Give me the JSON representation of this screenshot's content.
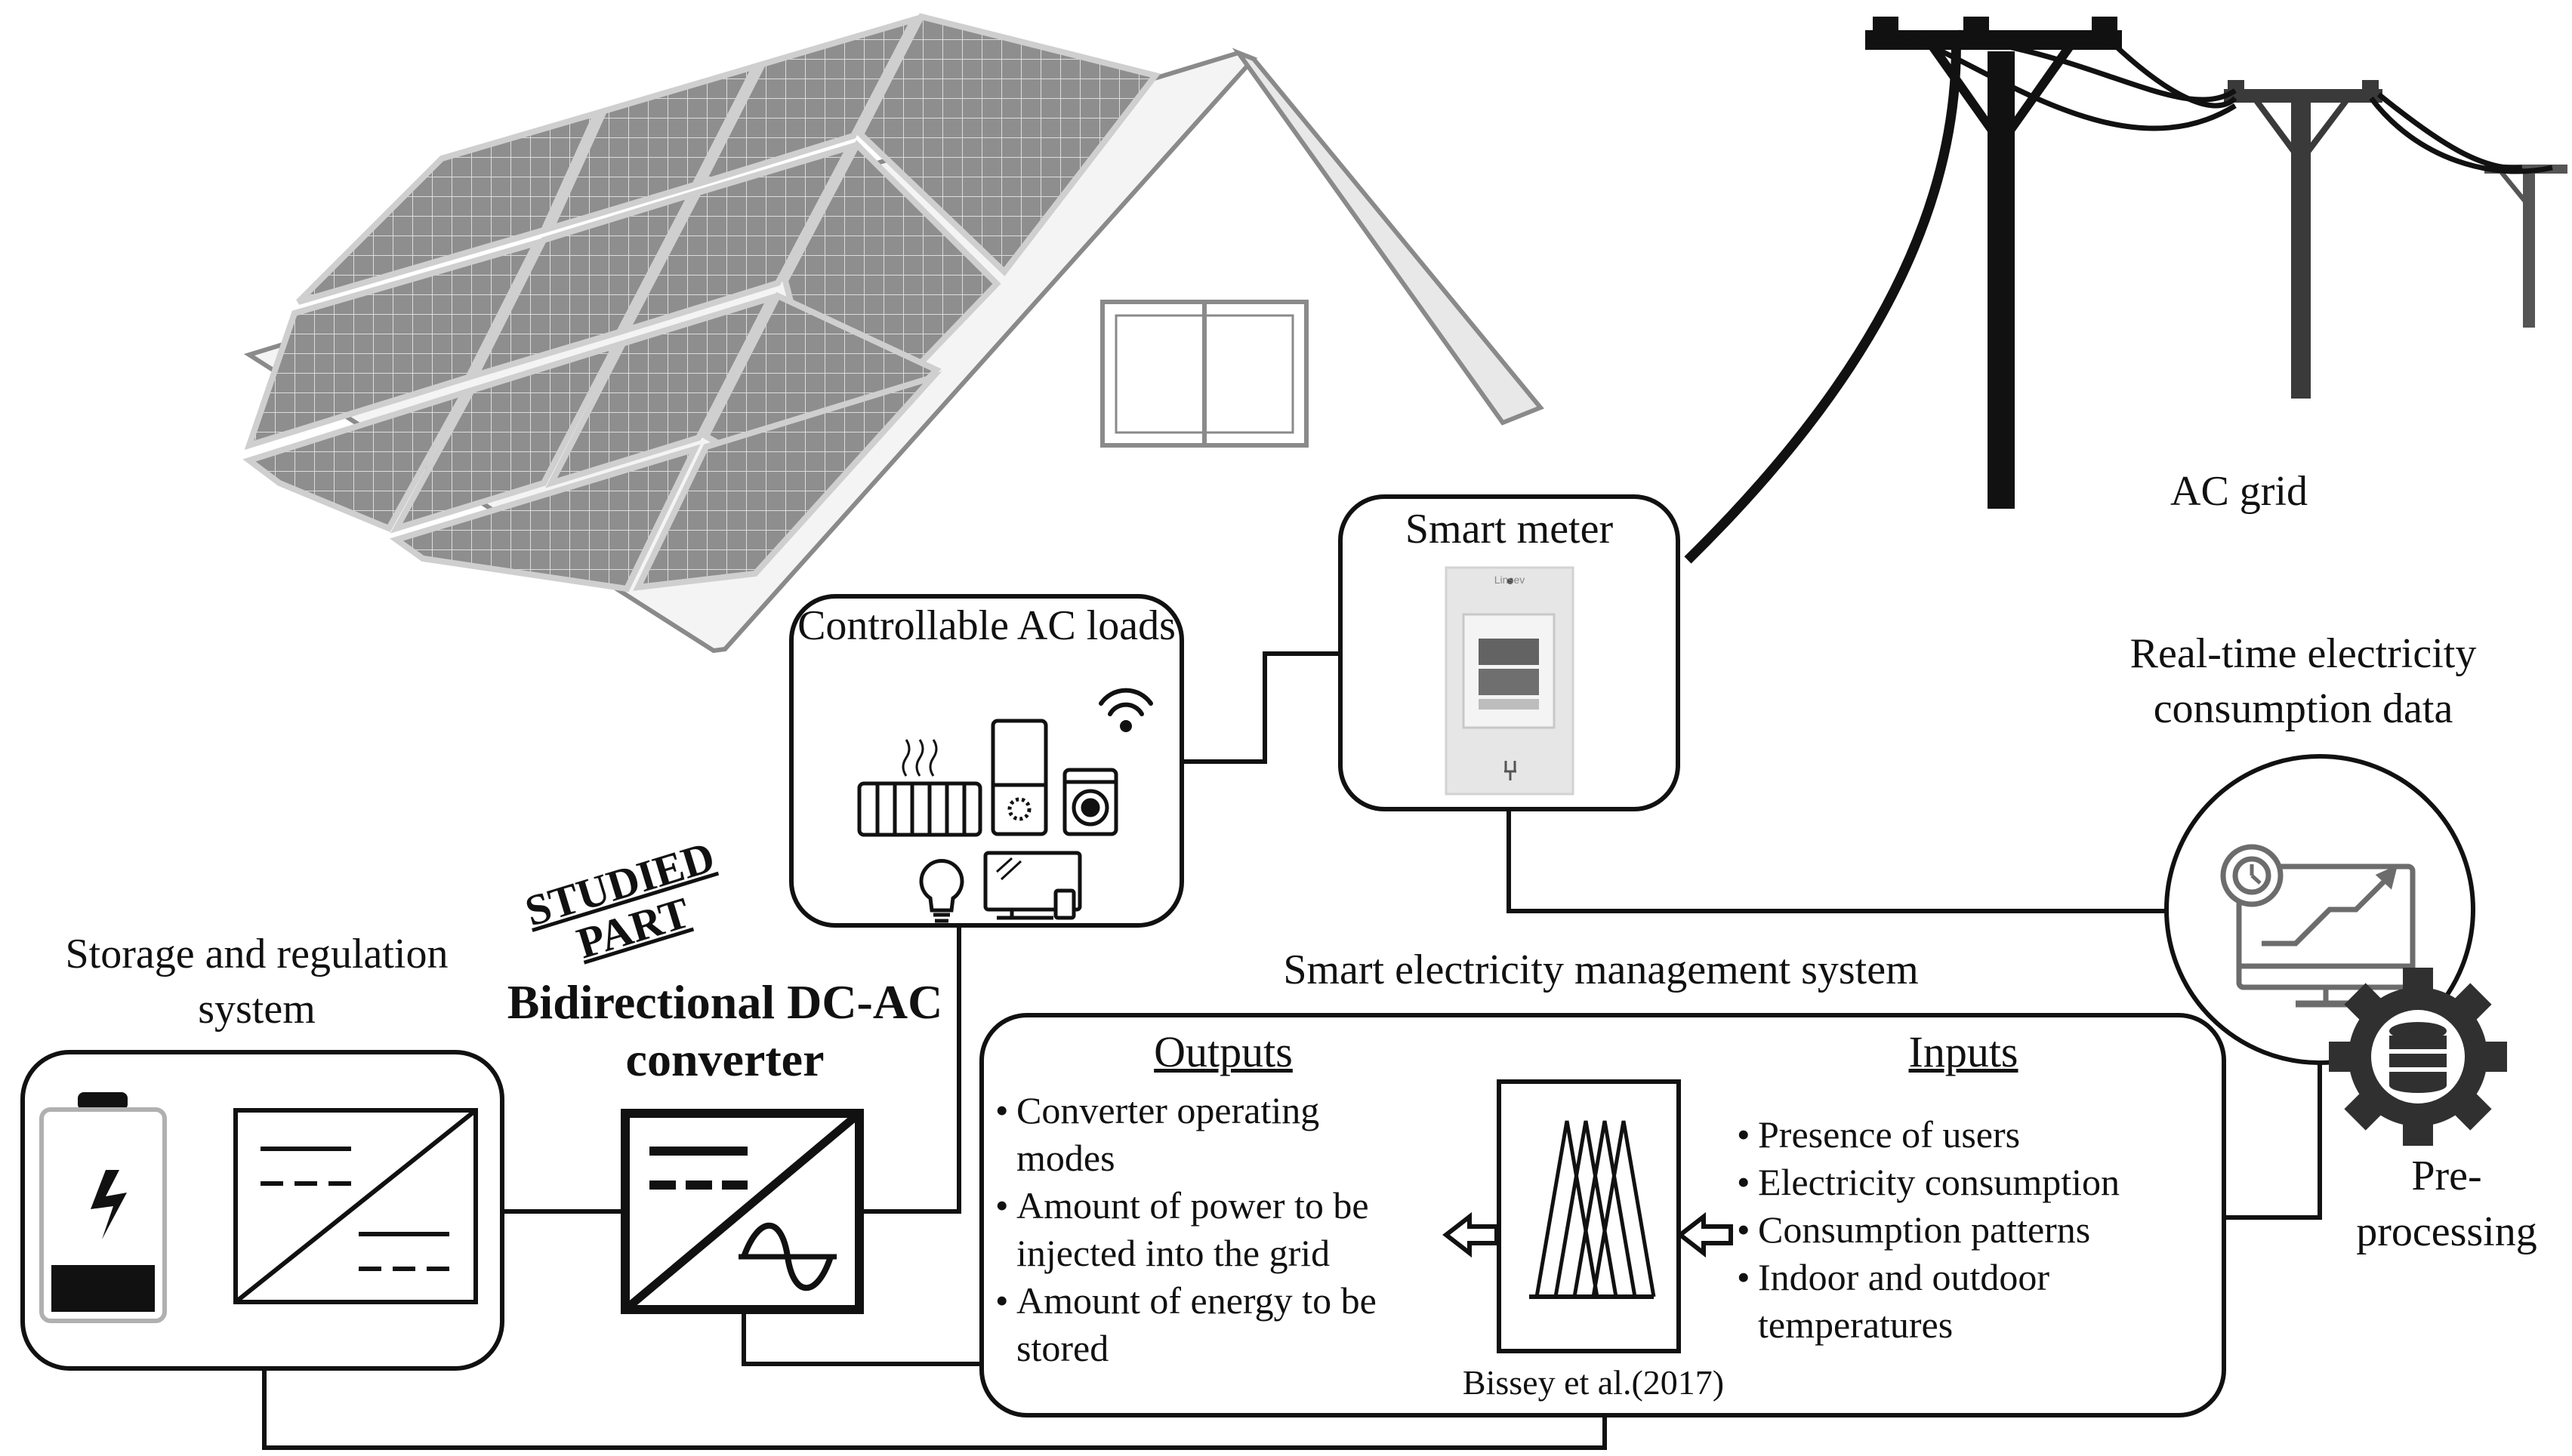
{
  "labels": {
    "ac_grid": "AC grid",
    "smart_meter": "Smart meter",
    "meter_brand": "Linsev",
    "controllable_loads": "Controllable AC loads",
    "studied_part": "STUDIED PART",
    "bidirectional_converter": "Bidirectional DC-AC converter",
    "storage_system": "Storage and regulation system",
    "realtime_data": "Real-time electricity consumption data",
    "smart_management": "Smart electricity management system",
    "preprocessing": "Pre-processing",
    "citation": "Bissey et al.(2017)"
  },
  "outputs": {
    "heading": "Outputs",
    "items": [
      "Converter operating modes",
      "Amount of power to be injected into the grid",
      "Amount of energy to be stored"
    ]
  },
  "inputs": {
    "heading": "Inputs",
    "items": [
      "Presence of users",
      "Electricity consumption",
      "Consumption patterns",
      "Indoor and outdoor temperatures"
    ]
  },
  "icons": {
    "loads": [
      "radiator-icon",
      "fridge-icon",
      "washing-machine-icon",
      "wifi-icon",
      "light-bulb-icon",
      "tv-icon"
    ],
    "other": [
      "battery-icon",
      "dc-dc-converter-icon",
      "dc-ac-converter-icon",
      "monitor-chart-icon",
      "gear-database-icon",
      "fuzzy-logic-icon",
      "solar-roof-illustration",
      "power-pole-icon"
    ]
  },
  "colors": {
    "line": "#111111",
    "panel_cell": "#8e8e8e",
    "panel_frame": "#cfcfcf",
    "gear": "#303030",
    "monitor": "#6c6c6c"
  }
}
